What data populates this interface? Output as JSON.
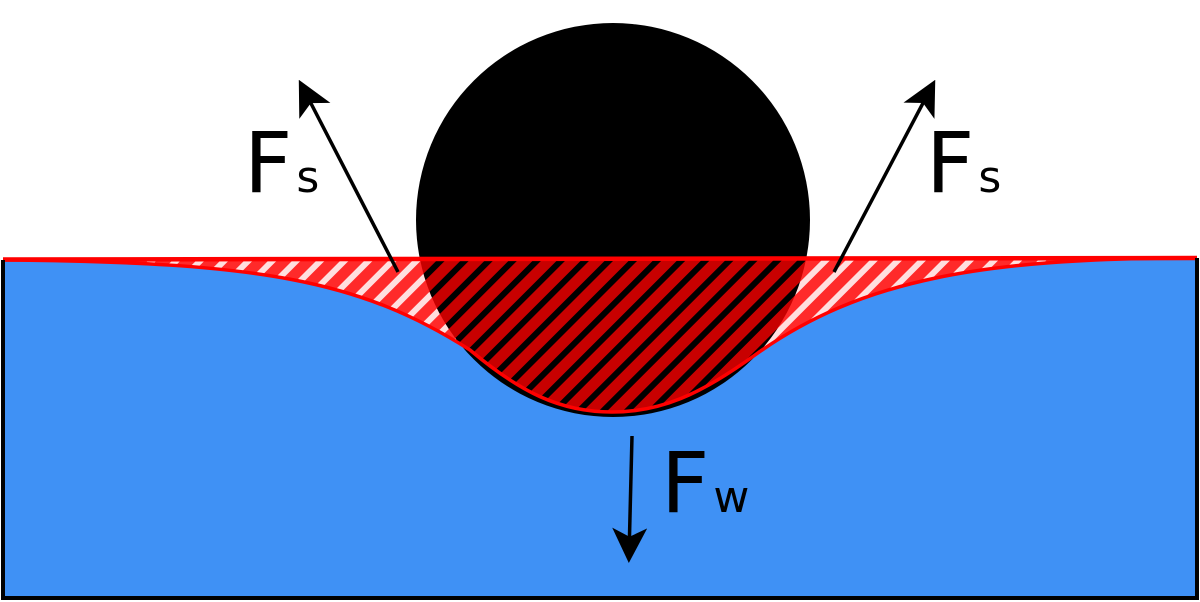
{
  "diagram": {
    "colors": {
      "water": "#3f91f5",
      "meniscus_fill": "#ff2a2a",
      "meniscus_stroke": "#ff0000",
      "overlap": "#c80000",
      "sphere": "#000000",
      "arrow": "#000000",
      "outline": "#000000",
      "hatch_light": "#ffffff",
      "hatch_dark": "#000000"
    },
    "forces": {
      "surface_left": {
        "symbol": "F",
        "subscript": "s"
      },
      "surface_right": {
        "symbol": "F",
        "subscript": "s"
      },
      "weight": {
        "symbol": "F",
        "subscript": "w"
      }
    }
  }
}
